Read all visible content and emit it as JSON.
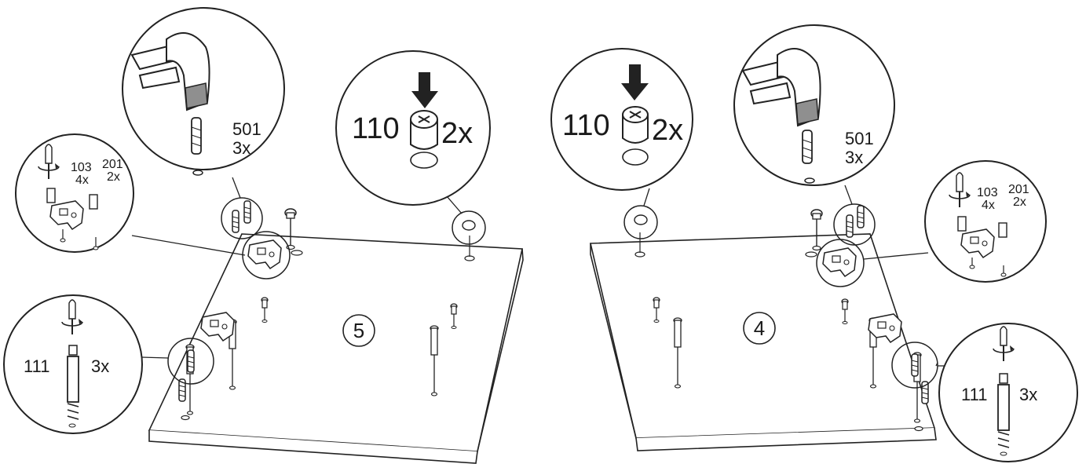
{
  "panels": [
    {
      "step": "5",
      "callouts": {
        "hammer": {
          "part": "501",
          "qty": "3x"
        },
        "cam": {
          "part": "110",
          "qty": "2x"
        },
        "hinge": {
          "part_a": "103",
          "qty_a": "4x",
          "part_b": "201",
          "qty_b": "2x"
        },
        "bolt": {
          "part": "111",
          "qty": "3x"
        }
      }
    },
    {
      "step": "4",
      "callouts": {
        "hammer": {
          "part": "501",
          "qty": "3x"
        },
        "cam": {
          "part": "110",
          "qty": "2x"
        },
        "hinge": {
          "part_a": "103",
          "qty_a": "4x",
          "part_b": "201",
          "qty_b": "2x"
        },
        "bolt": {
          "part": "111",
          "qty": "3x"
        }
      }
    }
  ]
}
